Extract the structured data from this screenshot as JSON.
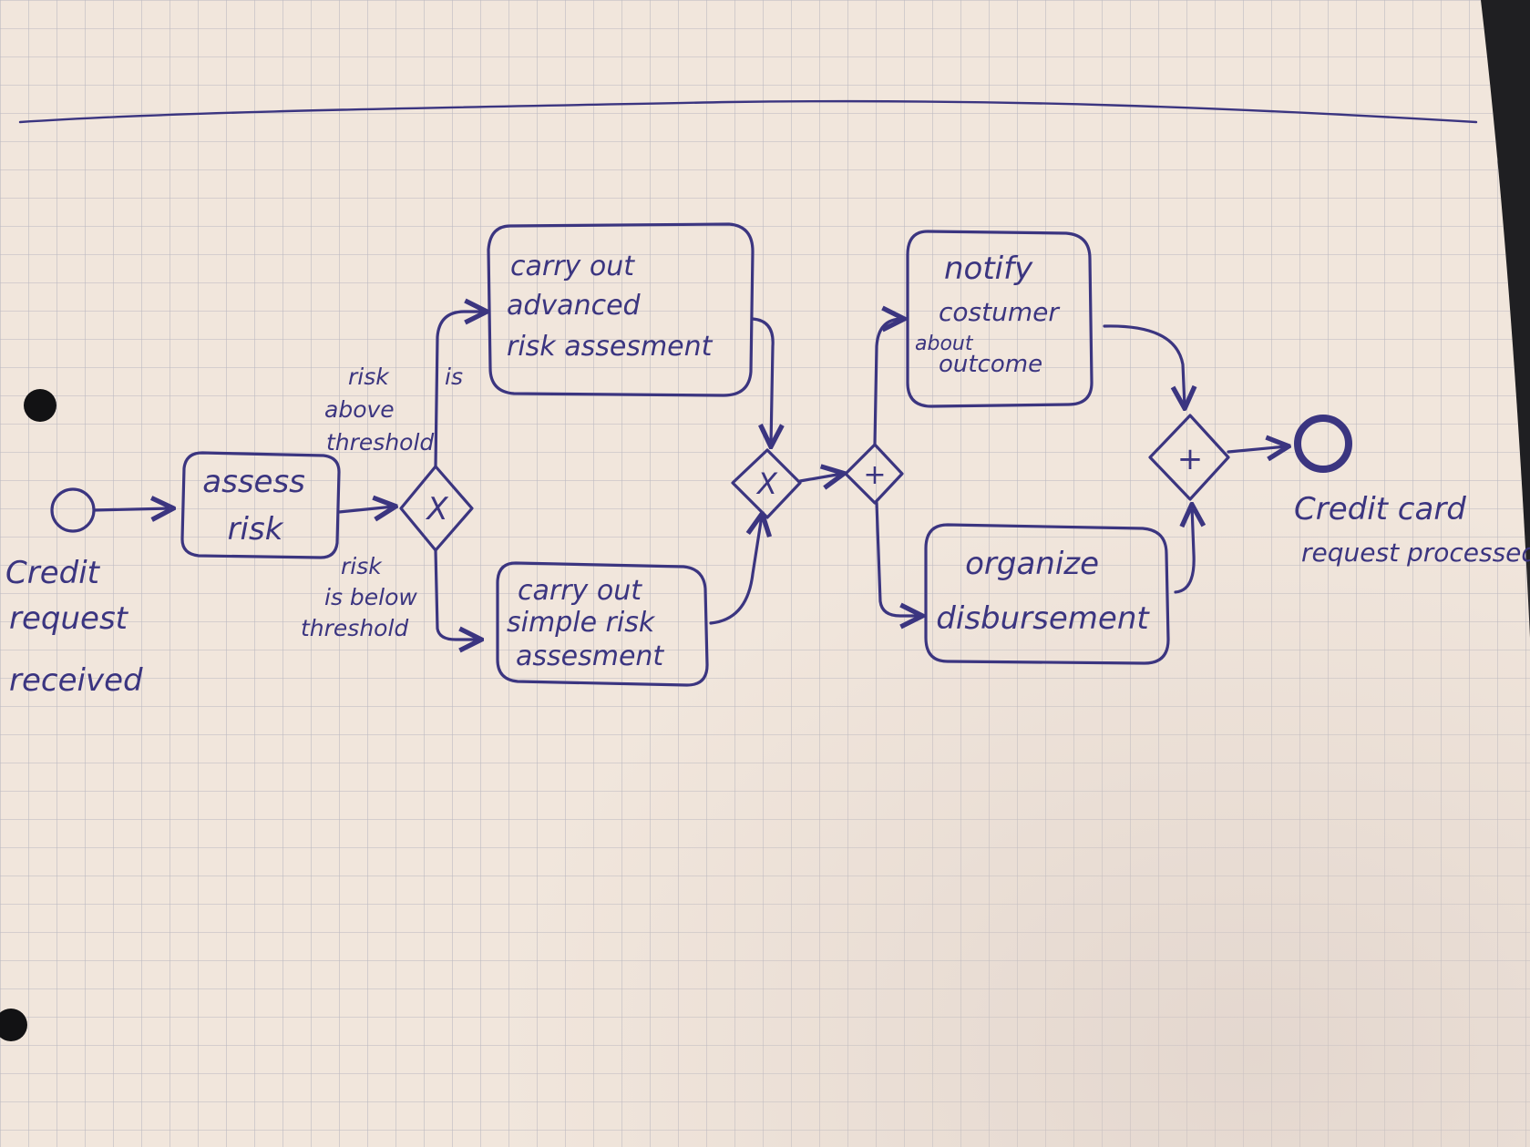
{
  "paper": {
    "background": "#f1e6dc",
    "grid_color": "#b9b7bf",
    "ink_color": "#3b3580"
  },
  "diagram": {
    "start_event": {
      "label_lines": [
        "Credit",
        "request",
        "received"
      ]
    },
    "end_event": {
      "label_lines": [
        "Credit card",
        "request processed"
      ]
    },
    "tasks": [
      {
        "id": "assess",
        "label_lines": [
          "assess",
          "risk"
        ]
      },
      {
        "id": "advanced",
        "label_lines": [
          "carry out",
          "advanced",
          "risk assesment"
        ]
      },
      {
        "id": "simple",
        "label_lines": [
          "carry out",
          "simple risk",
          "assesment"
        ]
      },
      {
        "id": "notify",
        "label_lines": [
          "notify",
          "costumer",
          "about",
          "outcome"
        ]
      },
      {
        "id": "organize",
        "label_lines": [
          "organize",
          "disbursement"
        ]
      }
    ],
    "gateways": [
      {
        "id": "split",
        "type": "exclusive",
        "symbol": "X"
      },
      {
        "id": "merge",
        "type": "exclusive",
        "symbol": "X"
      },
      {
        "id": "fork",
        "type": "parallel",
        "symbol": "+"
      },
      {
        "id": "join",
        "type": "parallel",
        "symbol": "+"
      }
    ],
    "conditions": {
      "above": [
        "risk",
        "is",
        "above",
        "threshold"
      ],
      "below": [
        "risk",
        "is below",
        "threshold"
      ]
    }
  }
}
